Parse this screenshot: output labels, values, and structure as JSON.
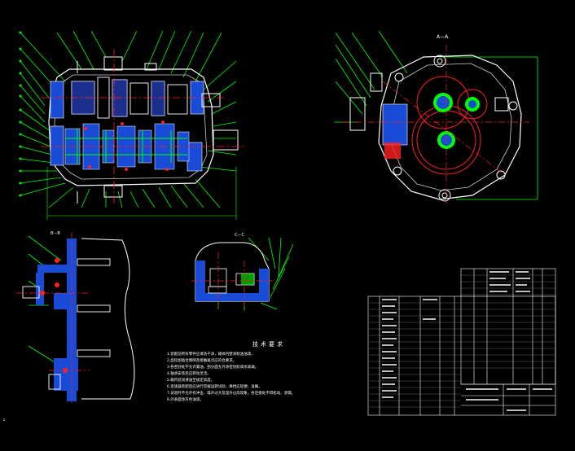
{
  "views": {
    "section_aa_label": "A—A",
    "section_bb_label": "B—B",
    "section_cc_label": "C—C"
  },
  "notes": {
    "title": "技术要求",
    "lines": [
      "1.装配前所有零件应清洗干净，箱体内壁涂耐油油漆。",
      "2.齿轮副啮合侧隙及接触斑点应符合要求。",
      "3.各密封处不允许漏油，剖分面允许涂密封胶或水玻璃。",
      "4.轴承安装后应转动灵活。",
      "5.箱内装润滑油至规定高度。",
      "6.变速器装配后应进行空载运转试验，换挡应轻便、准确。",
      "7.试验时不允许有冲击、噪声过大及温升过高现象，各连接处不得松动、渗漏。",
      "8.外表面涂灰色油漆。"
    ]
  },
  "corner_text": "z"
}
